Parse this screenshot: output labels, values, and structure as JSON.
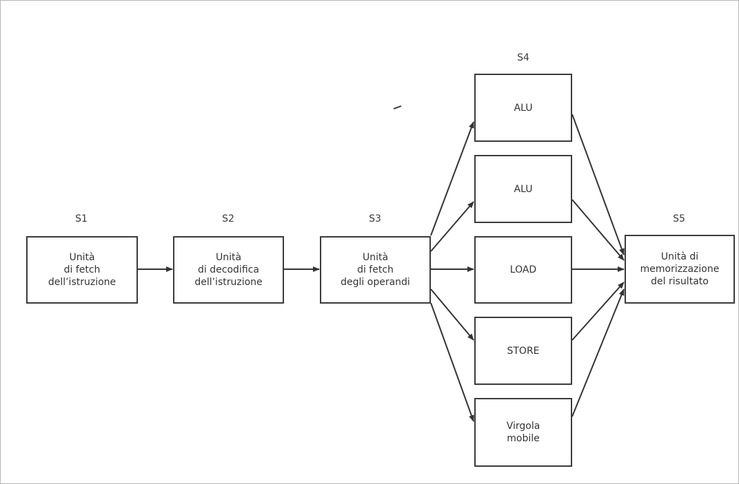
{
  "stages": {
    "s1": "S1",
    "s2": "S2",
    "s3": "S3",
    "s4": "S4",
    "s5": "S5"
  },
  "units": {
    "fetch_instruction": "Unità\ndi fetch\ndell’istruzione",
    "decode_instruction": "Unità\ndi decodifica\ndell’istruzione",
    "fetch_operands": "Unità\ndi fetch\ndegli operandi",
    "alu_1": "ALU",
    "alu_2": "ALU",
    "load": "LOAD",
    "store": "STORE",
    "floating_point": "Virgola\nmobile",
    "write_back": "Unità di\nmemorizzazione\ndel risultato"
  }
}
